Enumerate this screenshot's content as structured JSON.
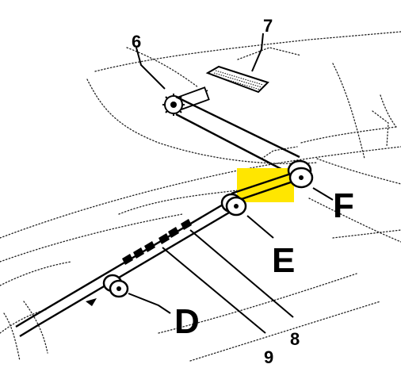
{
  "callouts": {
    "part_6": "6",
    "part_7": "7",
    "part_8": "8",
    "part_9": "9",
    "pulley_d": "D",
    "pulley_e": "E",
    "pulley_f": "F"
  },
  "colors": {
    "highlight": "#FFE600",
    "ink": "#000000",
    "background": "#FFFFFF"
  },
  "highlight_target": "pulley-f"
}
